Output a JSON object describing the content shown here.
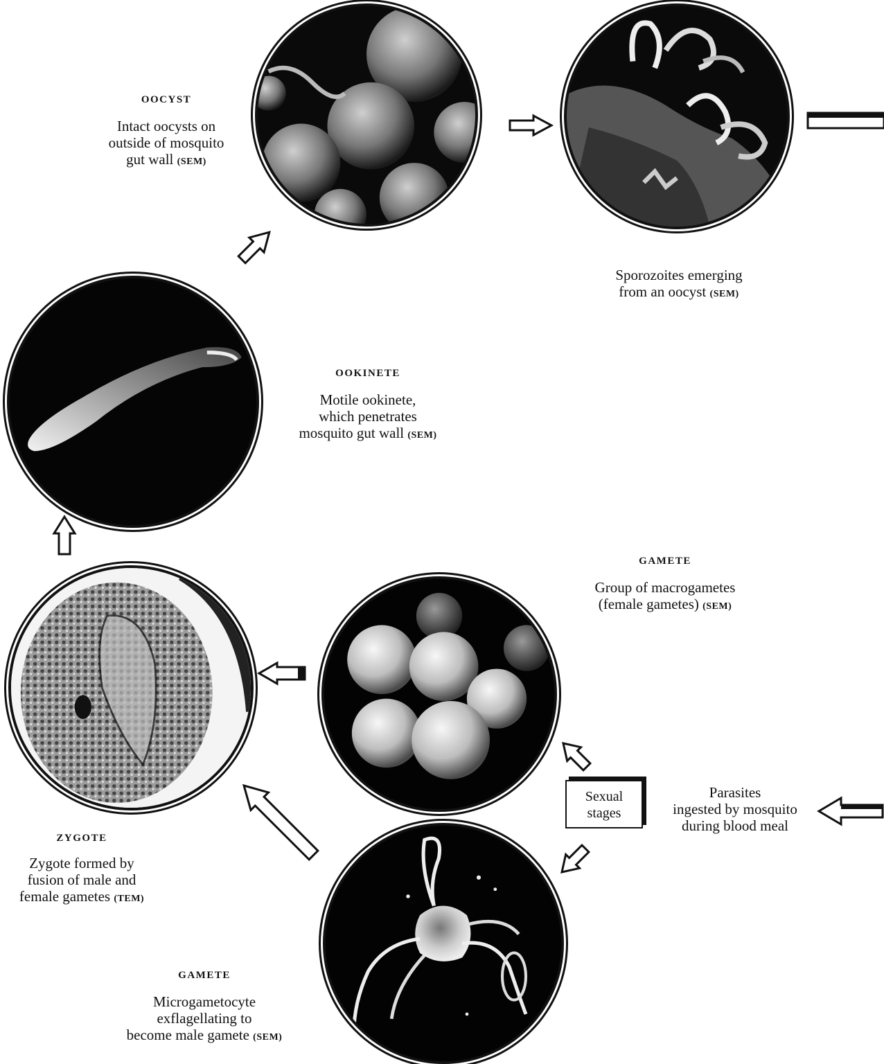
{
  "captions": {
    "oocyst": {
      "title": "OOCYST",
      "lines": [
        "Intact oocysts on",
        "outside of mosquito",
        "gut wall"
      ],
      "method": "(SEM)"
    },
    "sporozoites": {
      "lines": [
        "Sporozoites emerging",
        "from an oocyst"
      ],
      "method": "(SEM)"
    },
    "ookinete": {
      "title": "OOKINETE",
      "lines": [
        "Motile ookinete,",
        "which penetrates",
        "mosquito gut wall"
      ],
      "method": "(SEM)"
    },
    "gamete_female": {
      "title": "GAMETE",
      "lines": [
        "Group of macrogametes",
        "(female gametes)"
      ],
      "method": "(SEM)"
    },
    "zygote": {
      "title": "ZYGOTE",
      "lines": [
        "Zygote formed by",
        "fusion of male and",
        "female gametes"
      ],
      "method": "(TEM)"
    },
    "gamete_male": {
      "title": "GAMETE",
      "lines": [
        "Microgametocyte",
        "exflagellating to",
        "become male gamete"
      ],
      "method": "(SEM)"
    },
    "parasites": {
      "lines": [
        "Parasites",
        "ingested by mosquito",
        "during blood meal"
      ]
    }
  },
  "sexual_stages": {
    "line1": "Sexual",
    "line2": "stages"
  },
  "icons": {
    "oocyst_micrograph": "oocyst-micrograph",
    "sporozoite_micrograph": "sporozoite-micrograph",
    "ookinete_micrograph": "ookinete-micrograph",
    "zygote_micrograph": "zygote-micrograph",
    "macrogamete_micrograph": "macrogamete-micrograph",
    "microgametocyte_micrograph": "microgametocyte-micrograph"
  }
}
